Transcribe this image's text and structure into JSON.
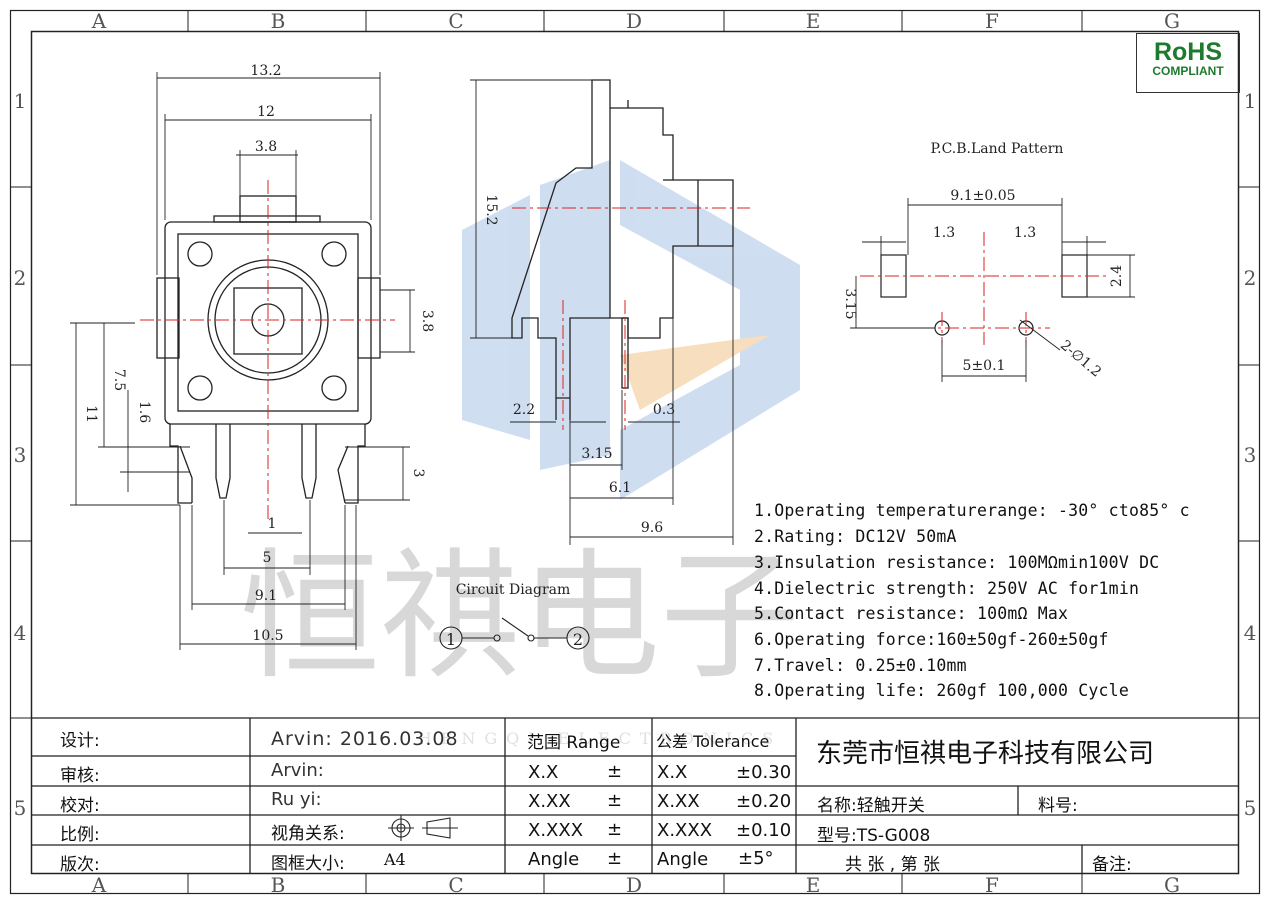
{
  "frame": {
    "cols": [
      "A",
      "B",
      "C",
      "D",
      "E",
      "F",
      "G"
    ],
    "rows": [
      "1",
      "2",
      "3",
      "4",
      "5"
    ]
  },
  "badge": {
    "line1": "RoHS",
    "line2": "COMPLIANT"
  },
  "watermark": {
    "text": "恒祺电子",
    "sub": "HENGQI ELECTRONICS"
  },
  "dims_front": {
    "w13_2": "13.2",
    "w12": "12",
    "w3_8": "3.8",
    "h3_8": "3.8",
    "h11": "11",
    "h7_5": "7.5",
    "h1_6": "1.6",
    "h3": "3",
    "w1": "1",
    "w5": "5",
    "w9_1": "9.1",
    "w10_5": "10.5"
  },
  "dims_side": {
    "h15_2": "15.2",
    "w2_2": "2.2",
    "w0_3": "0.3",
    "w3_15": "3.15",
    "w6_1": "6.1",
    "w9_6": "9.6"
  },
  "pcb": {
    "title": "P.C.B.Land  Pattern",
    "w9_1": "9.1±0.05",
    "w1_3a": "1.3",
    "w1_3b": "1.3",
    "h2_4": "2.4",
    "h3_15": "3.15",
    "w5": "5±0.1",
    "hole": "2-∅1.2"
  },
  "circuit": {
    "title": "Circuit Diagram",
    "n1": "1",
    "n2": "2"
  },
  "specs": [
    "1.Operating temperaturerange: -30° cto85° c",
    "2.Rating: DC12V 50mA",
    "3.Insulation resistance: 100MΩmin100V DC",
    "4.Dielectric strength: 250V AC for1min",
    "5.Contact resistance: 100mΩ  Max",
    "6.Operating force:160±50gf-260±50gf",
    "7.Travel: 0.25±0.10mm",
    "8.Operating life: 260gf 100,000 Cycle"
  ],
  "titleblock": {
    "design_label": "设计:",
    "design_value": "Arvin:  2016.03.08",
    "review_label": "审核:",
    "review_value": "Arvin:",
    "check_label": "校对:",
    "check_value": "Ru  yi:",
    "scale_label": "比例:",
    "view_label": "视角关系:",
    "version_label": "版次:",
    "frame_label": "图框大小:",
    "frame_value": "A4",
    "range_header": "范围 Range",
    "tol_header": "公差 Tolerance",
    "ranges": [
      "X.X",
      "X.XX",
      "X.XXX",
      "Angle"
    ],
    "pm": "±",
    "tol_names": [
      "X.X",
      "X.XX",
      "X.XXX",
      "Angle"
    ],
    "tol_values": [
      "±0.30",
      "±0.20",
      "±0.10",
      "±5°"
    ],
    "company": "东莞市恒祺电子科技有限公司",
    "name_label": "名称:轻触开关",
    "material_label": "料号:",
    "model_label": "型号:TS-G008",
    "sheet_label": "共    张   , 第    张",
    "remark_label": "备注:"
  }
}
